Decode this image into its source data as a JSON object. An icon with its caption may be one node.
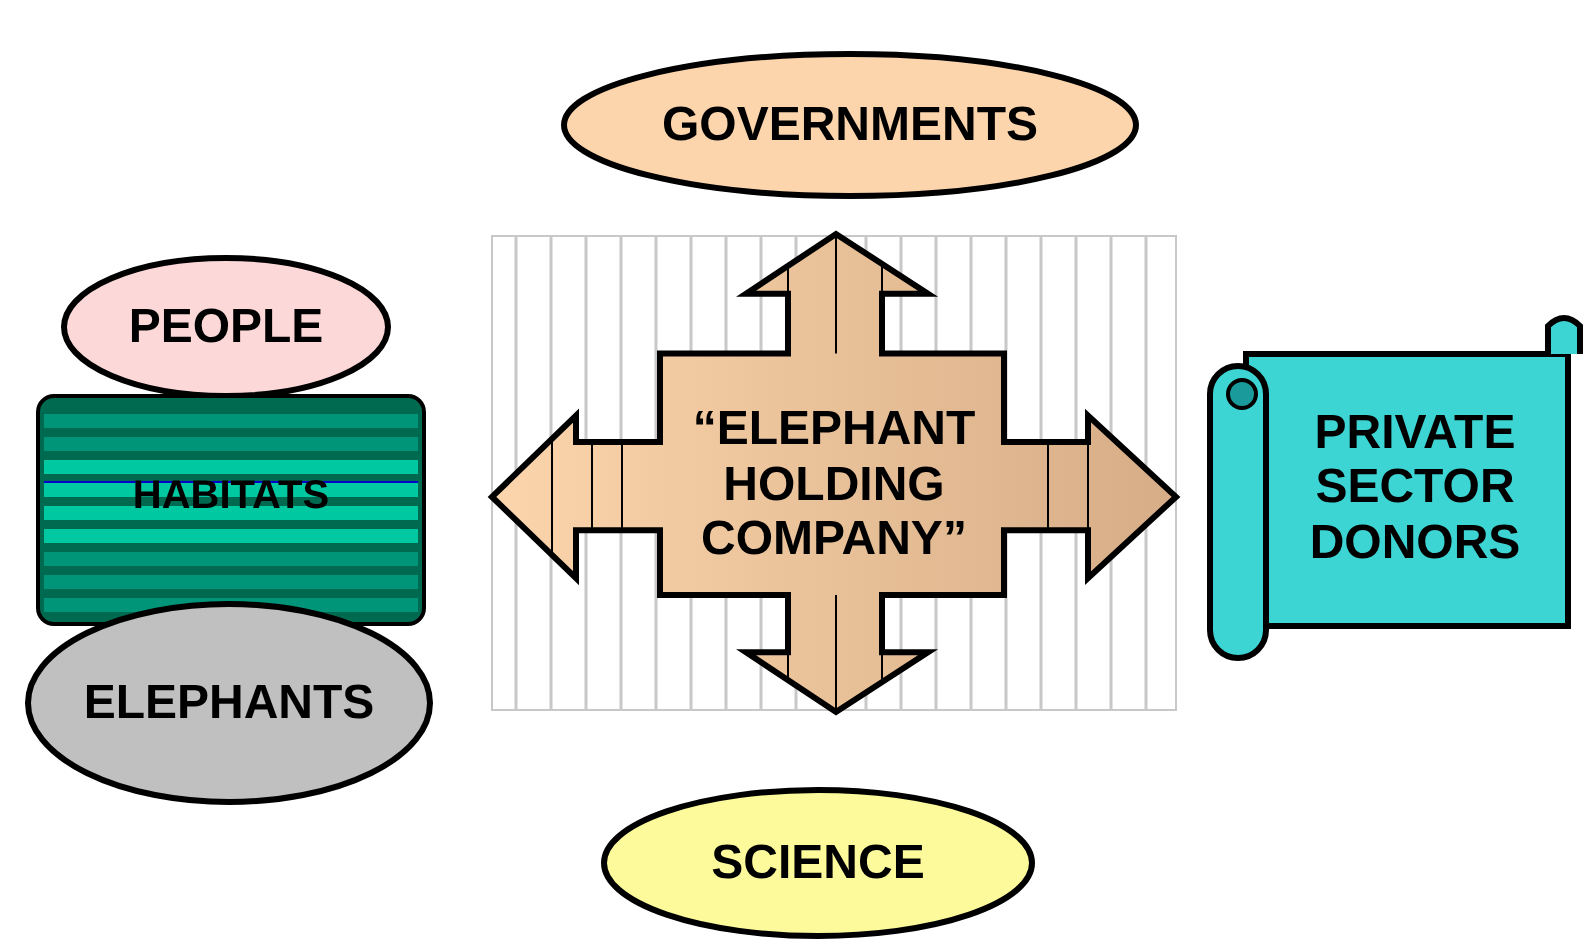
{
  "diagram": {
    "nodes": [
      {
        "text": [
          "GOVERNMENTS"
        ]
      },
      {
        "text": [
          "PEOPLE"
        ]
      },
      {
        "text": [
          "“ELEPHANT HOLDING COMPANY”"
        ]
      },
      {
        "text": [
          "PRIVATE SECTOR DONORS"
        ]
      },
      {
        "text": [
          "HABITATS"
        ]
      },
      {
        "text": [
          "ELEPHANTS"
        ]
      },
      {
        "text": [
          "SCIENCE"
        ]
      }
    ]
  }
}
